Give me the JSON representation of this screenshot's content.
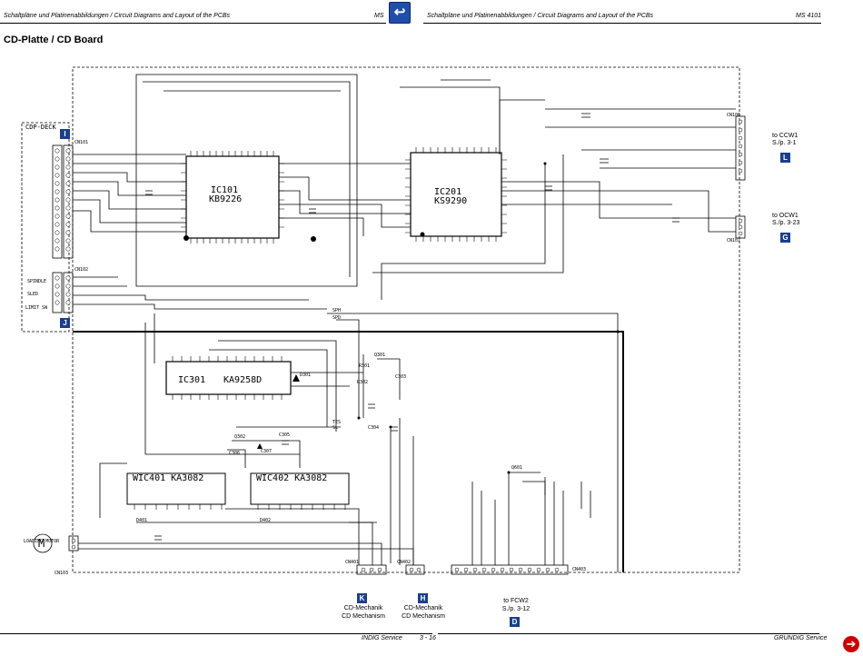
{
  "header": {
    "left_title": "Schaltpläne und Platinenabbildungen / Circuit Diagrams and Layout of the PCBs",
    "left_model": "MS",
    "right_title": "Schaltpläne und Platinenabbildungen / Circuit Diagrams and Layout of the PCBs",
    "right_model": "MS 4101"
  },
  "page_title": "CD-Platte / CD Board",
  "deck_label": "CDP-DECK",
  "ics": {
    "ic101_name": "IC101",
    "ic101_part": "KB9226",
    "ic201_name": "IC201",
    "ic201_part": "KS9290",
    "ic301_name": "IC301",
    "ic301_part": "KA9258D",
    "wic401": "WIC401 KA3082",
    "wic402": "WIC402 KA3082"
  },
  "connectors": {
    "cn101": "CN101",
    "cn102": "CN102",
    "cn103": "CN103",
    "cn106": "CN106",
    "cn107": "CN107",
    "cn401": "CN401",
    "cn402": "CN402",
    "cn403": "CN403"
  },
  "motor": {
    "symbol": "M",
    "label": "LOADING MOTOR"
  },
  "component_labels": {
    "spindle": "SPINDLE",
    "sled": "SLED",
    "limit_sw": "LIMIT SW",
    "q301": "Q301",
    "q302": "Q302",
    "d301": "D301",
    "c303": "C303",
    "c304": "C304",
    "c305": "C305",
    "c306": "C306",
    "c307": "C307",
    "r301": "R301",
    "r302": "R302",
    "d401": "D401",
    "d402": "D402",
    "q601": "Q601",
    "sph": "SPH",
    "spd": "SPD",
    "tes": "TES",
    "sl": "SL"
  },
  "tags": {
    "i": "I",
    "j": "J",
    "l": "L",
    "g": "G",
    "k": "K",
    "h": "H",
    "d": "D"
  },
  "right_refs": {
    "ccw1": "to CCW1",
    "ccw1_page": "S./p. 3-1",
    "ocw1": "to OCW1",
    "ocw1_page": "S./p. 3-23"
  },
  "bottom_refs": {
    "k_de": "CD-Mechanik",
    "k_en": "CD Mechanism",
    "h_de": "CD-Mechanik",
    "h_en": "CD Mechanism",
    "fcw2": "to FCW2",
    "fcw2_page": "S./p. 3-12"
  },
  "footer": {
    "left": "INDIG Service",
    "page": "3 - 16",
    "right": "GRUNDIG Service"
  },
  "nav": {
    "back_icon": "return-arrow",
    "next_icon": "right-arrow"
  }
}
